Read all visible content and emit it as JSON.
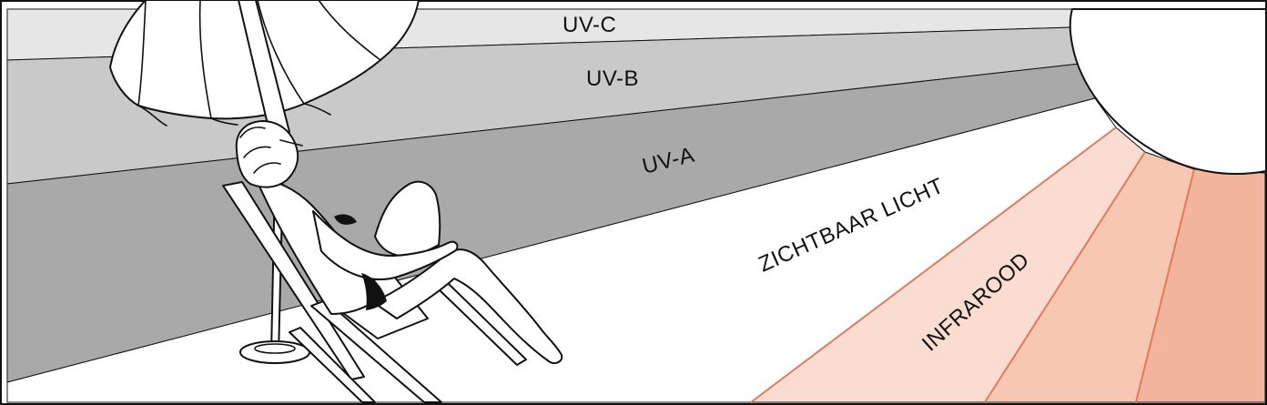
{
  "labels": {
    "uv_c": "UV-C",
    "uv_b": "UV-B",
    "uv_a": "UV-A",
    "visible": "ZICHTBAAR LICHT",
    "infrared": "INFRAROOD"
  },
  "colors": {
    "uv_c": "#e6e6e6",
    "uv_b": "#c9c9c9",
    "uv_a": "#a9a9a9",
    "visible": "#ffffff",
    "infrared_light": "#fbdcd0",
    "infrared_medium": "#f7c7b2",
    "infrared_dark": "#f3b59b",
    "infrared_line": "#e07a5f",
    "outline": "#111111"
  },
  "icons": {
    "sun": "sun-icon",
    "umbrella": "beach-umbrella-icon",
    "person": "sunbather-icon",
    "chair": "deck-chair-icon"
  }
}
